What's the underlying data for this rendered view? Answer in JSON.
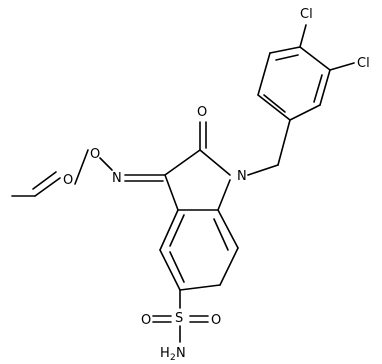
{
  "molecule": {
    "atom_labels": {
      "cl_top": "Cl",
      "cl_right": "Cl",
      "n_ring": "N",
      "o_carbonyl": "O",
      "n_oxime": "N",
      "o_oxime_1": "O",
      "o_oxime_2": "O",
      "s_sulfonyl": "S",
      "o_sulfonyl_left": "O",
      "o_sulfonyl_right": "O",
      "nh2_n": "H",
      "nh2_sub": "2",
      "nh2_tail": "N"
    },
    "colors": {
      "bond": "#000000",
      "label": "#000000",
      "background": "#ffffff"
    }
  }
}
